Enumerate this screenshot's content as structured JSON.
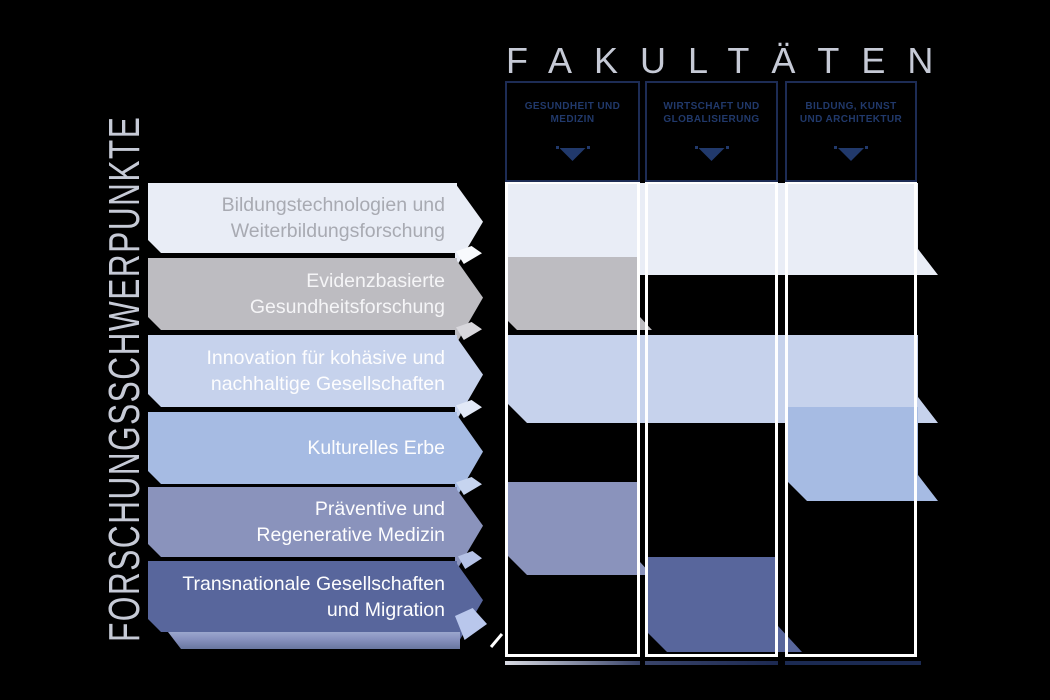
{
  "diagram_title_left": "FORSCHUNGSSCHWERPUNKTE",
  "diagram_title_top": "FAKULTÄTEN",
  "colors": {
    "background": "#000000",
    "axis_text": "#c6cad6",
    "header_border": "#1d2c55",
    "header_text": "#21396b",
    "column_border": "#ffffff",
    "baseline_navy": "#1b2a52",
    "shadow_strip_light": "#9ba6cd",
    "shadow_strip_dark": "#68769f"
  },
  "faculties": [
    {
      "label": "GESUNDHEIT UND MEDIZIN",
      "icon": "arrow-down-icon"
    },
    {
      "label": "WIRTSCHAFT UND GLOBALISIERUNG",
      "icon": "arrow-down-icon"
    },
    {
      "label": "BILDUNG, KUNST UND ARCHITEKTUR",
      "icon": "arrow-down-icon"
    }
  ],
  "research_areas": [
    {
      "name": "Bildungstechnologien und Weiterbildungsforschung",
      "label_line1": "Bildungstechnologien und",
      "label_line2": "Weiterbildungsforschung",
      "color": "#e9edf6",
      "text_color": "#a8aab2",
      "highlight_color": "#f8fafd",
      "faculties": [
        "GESUNDHEIT UND MEDIZIN",
        "WIRTSCHAFT UND GLOBALISIERUNG",
        "BILDUNG, KUNST UND ARCHITEKTUR"
      ]
    },
    {
      "name": "Evidenzbasierte Gesundheitsforschung",
      "label_line1": "Evidenzbasierte",
      "label_line2": "Gesundheitsforschung",
      "color": "#bdbcc1",
      "text_color": "#f5f5f7",
      "highlight_color": "#d8d7dc",
      "faculties": [
        "GESUNDHEIT UND MEDIZIN"
      ]
    },
    {
      "name": "Innovation für kohäsive und nachhaltige Gesellschaften",
      "label_line1": "Innovation für kohäsive und",
      "label_line2": "nachhaltige Gesellschaften",
      "color": "#c6d2ec",
      "text_color": "#fdfdfe",
      "highlight_color": "#e2e9f7",
      "faculties": [
        "GESUNDHEIT UND MEDIZIN",
        "WIRTSCHAFT UND GLOBALISIERUNG",
        "BILDUNG, KUNST UND ARCHITEKTUR"
      ]
    },
    {
      "name": "Kulturelles Erbe",
      "label_line1": "Kulturelles Erbe",
      "label_line2": "",
      "color": "#a6bbe3",
      "text_color": "#fdfdfe",
      "highlight_color": "#c6d4ef",
      "faculties": [
        "BILDUNG, KUNST UND ARCHITEKTUR"
      ]
    },
    {
      "name": "Präventive und Regenerative Medizin",
      "label_line1": "Präventive und",
      "label_line2": "Regenerative Medizin",
      "color": "#8a93bc",
      "text_color": "#fdfdfe",
      "highlight_color": "#b5c2e6",
      "faculties": [
        "GESUNDHEIT UND MEDIZIN"
      ]
    },
    {
      "name": "Transnationale Gesellschaften und Migration",
      "label_line1": "Transnationale Gesellschaften",
      "label_line2": "und Migration",
      "color": "#58669c",
      "text_color": "#fdfdfe",
      "highlight_color": "#b9c7ec",
      "faculties": [
        "WIRTSCHAFT UND GLOBALISIERUNG"
      ]
    }
  ]
}
